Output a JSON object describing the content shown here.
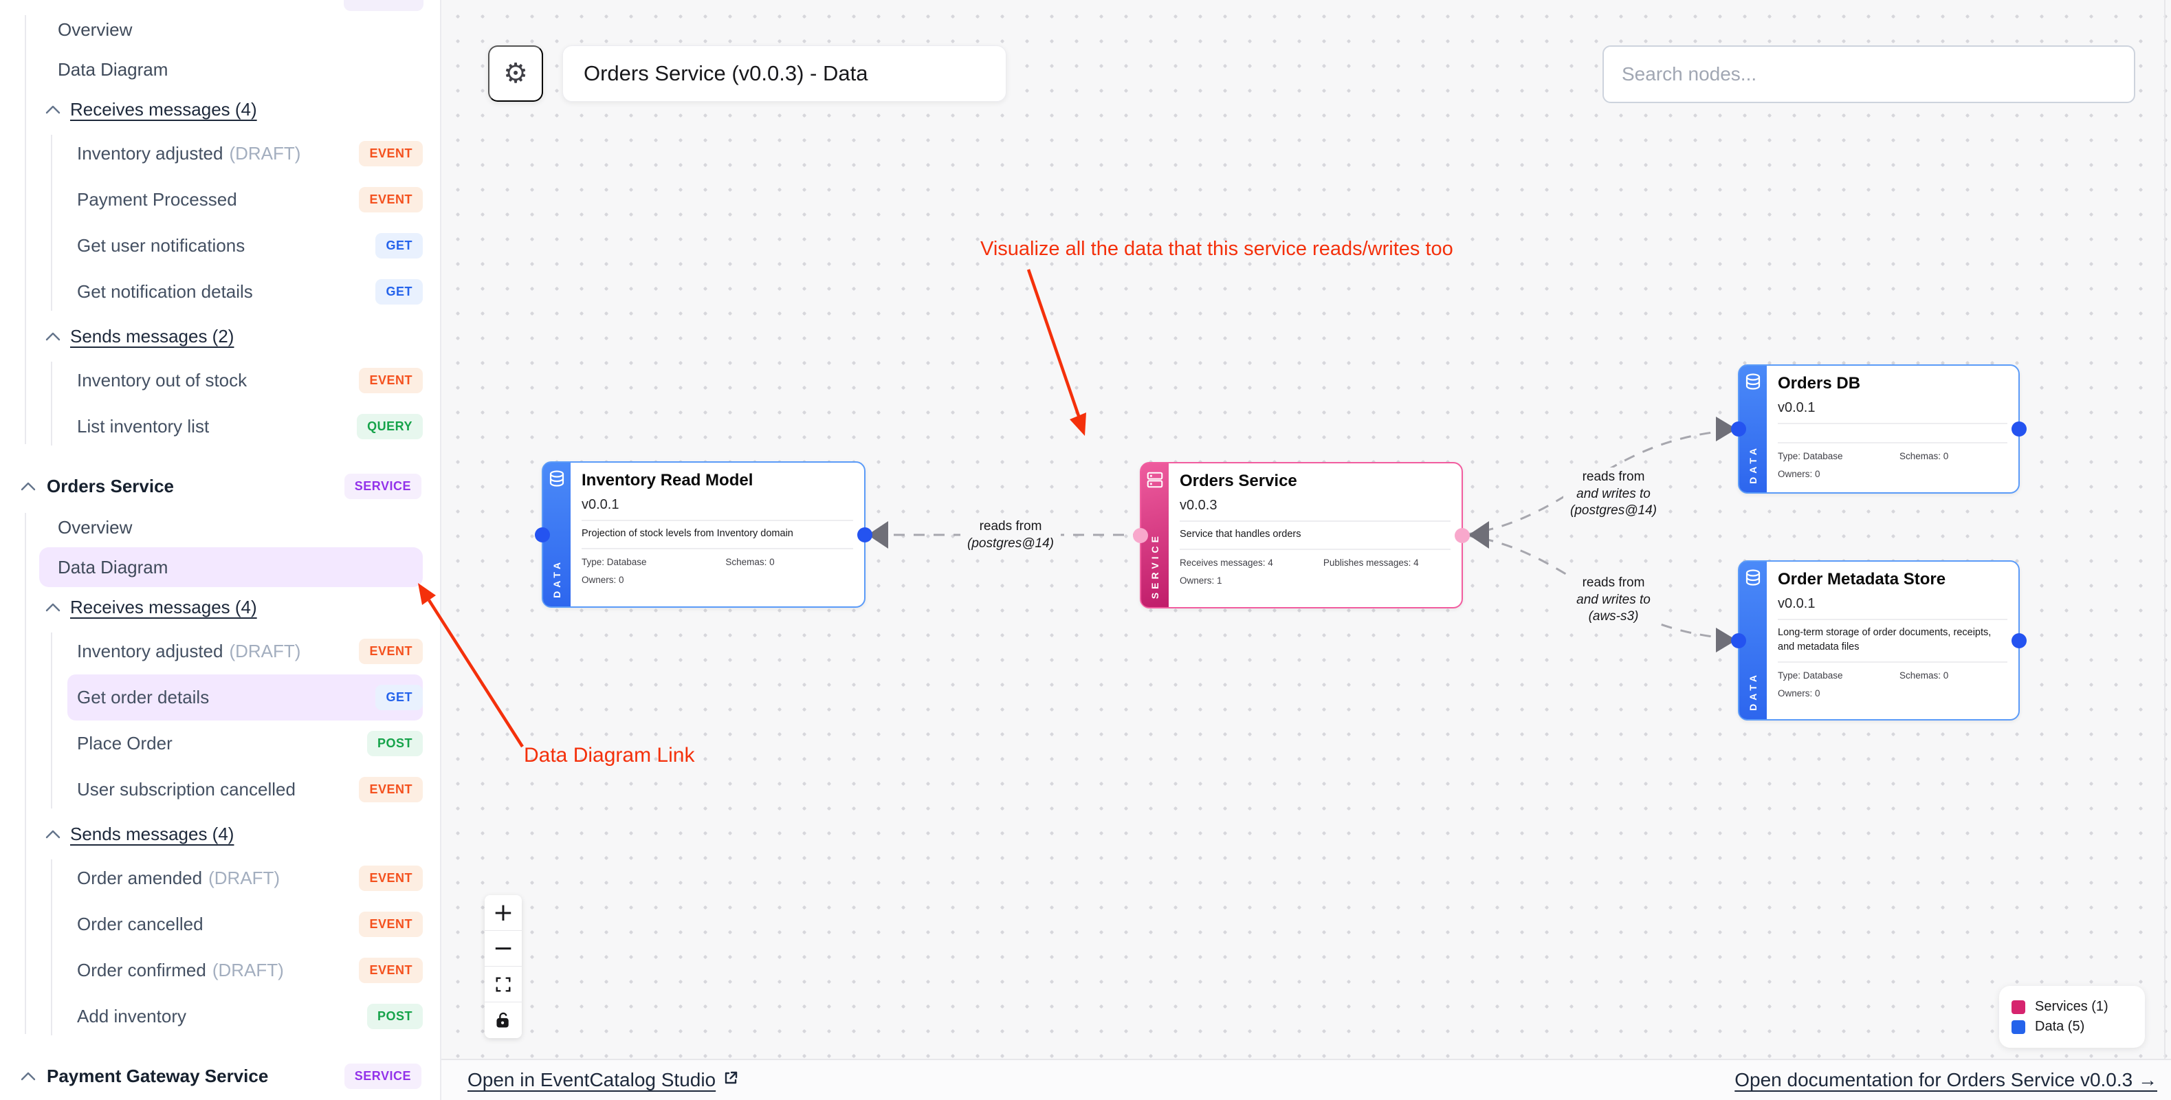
{
  "sidebar": {
    "section1": {
      "overview": "Overview",
      "data_diagram": "Data Diagram",
      "receives_label": "Receives messages (4)",
      "receives": [
        {
          "label": "Inventory adjusted",
          "suffix": "(DRAFT)",
          "badge": "EVENT"
        },
        {
          "label": "Payment Processed",
          "suffix": "",
          "badge": "EVENT"
        },
        {
          "label": "Get user notifications",
          "suffix": "",
          "badge": "GET"
        },
        {
          "label": "Get notification details",
          "suffix": "",
          "badge": "GET"
        }
      ],
      "sends_label": "Sends messages (2)",
      "sends": [
        {
          "label": "Inventory out of stock",
          "suffix": "",
          "badge": "EVENT"
        },
        {
          "label": "List inventory list",
          "suffix": "",
          "badge": "QUERY"
        }
      ]
    },
    "orders_service": {
      "name": "Orders Service",
      "badge": "SERVICE",
      "overview": "Overview",
      "data_diagram": "Data Diagram",
      "receives_label": "Receives messages (4)",
      "receives": [
        {
          "label": "Inventory adjusted",
          "suffix": "(DRAFT)",
          "badge": "EVENT"
        },
        {
          "label": "Get order details",
          "suffix": "",
          "badge": "GET"
        },
        {
          "label": "Place Order",
          "suffix": "",
          "badge": "POST"
        },
        {
          "label": "User subscription cancelled",
          "suffix": "",
          "badge": "EVENT"
        }
      ],
      "sends_label": "Sends messages (4)",
      "sends": [
        {
          "label": "Order amended",
          "suffix": "(DRAFT)",
          "badge": "EVENT"
        },
        {
          "label": "Order cancelled",
          "suffix": "",
          "badge": "EVENT"
        },
        {
          "label": "Order confirmed",
          "suffix": "(DRAFT)",
          "badge": "EVENT"
        },
        {
          "label": "Add inventory",
          "suffix": "",
          "badge": "POST"
        }
      ]
    },
    "payment_gateway": {
      "name": "Payment Gateway Service",
      "badge": "SERVICE"
    }
  },
  "header": {
    "gear_glyph": "⚙",
    "title": "Orders Service (v0.0.3) - Data",
    "search_placeholder": "Search nodes..."
  },
  "canvas": {
    "nodes": {
      "inventory_read_model": {
        "kind": "DATA",
        "title": "Inventory Read Model",
        "version": "v0.0.1",
        "description": "Projection of stock levels from Inventory domain",
        "meta": {
          "type": "Type: Database",
          "schemas": "Schemas: 0",
          "owners": "Owners: 0"
        }
      },
      "orders_service": {
        "kind": "SERVICE",
        "title": "Orders Service",
        "version": "v0.0.3",
        "description": "Service that handles orders",
        "meta": {
          "receives": "Receives messages: 4",
          "publishes": "Publishes messages: 4",
          "owners": "Owners: 1"
        }
      },
      "orders_db": {
        "kind": "DATA",
        "title": "Orders DB",
        "version": "v0.0.1",
        "description": "",
        "meta": {
          "type": "Type: Database",
          "schemas": "Schemas: 0",
          "owners": "Owners: 0"
        }
      },
      "order_metadata_store": {
        "kind": "DATA",
        "title": "Order Metadata Store",
        "version": "v0.0.1",
        "description": "Long-term storage of order documents, receipts, and metadata files",
        "meta": {
          "type": "Type: Database",
          "schemas": "Schemas: 0",
          "owners": "Owners: 0"
        }
      }
    },
    "edges": {
      "to_inventory": {
        "line1": "reads from",
        "line2": "(postgres@14)"
      },
      "to_orders_db": {
        "line1": "reads from",
        "line2": "and writes to",
        "line3": "(postgres@14)"
      },
      "to_metadata": {
        "line1": "reads from",
        "line2": "and writes to",
        "line3": "(aws-s3)"
      }
    },
    "controls": {
      "zoom_in": "+",
      "zoom_out": "−"
    }
  },
  "annotations": {
    "color": "#f4300b",
    "note1": "Visualize all the data that this service reads/writes too",
    "note2": "Data Diagram Link"
  },
  "legend": {
    "services": {
      "label": "Services (1)",
      "color": "#d6246e"
    },
    "data": {
      "label": "Data (5)",
      "color": "#2563eb"
    }
  },
  "footer": {
    "left_link": "Open in EventCatalog Studio",
    "right_link": "Open documentation for Orders Service v0.0.3 →"
  }
}
